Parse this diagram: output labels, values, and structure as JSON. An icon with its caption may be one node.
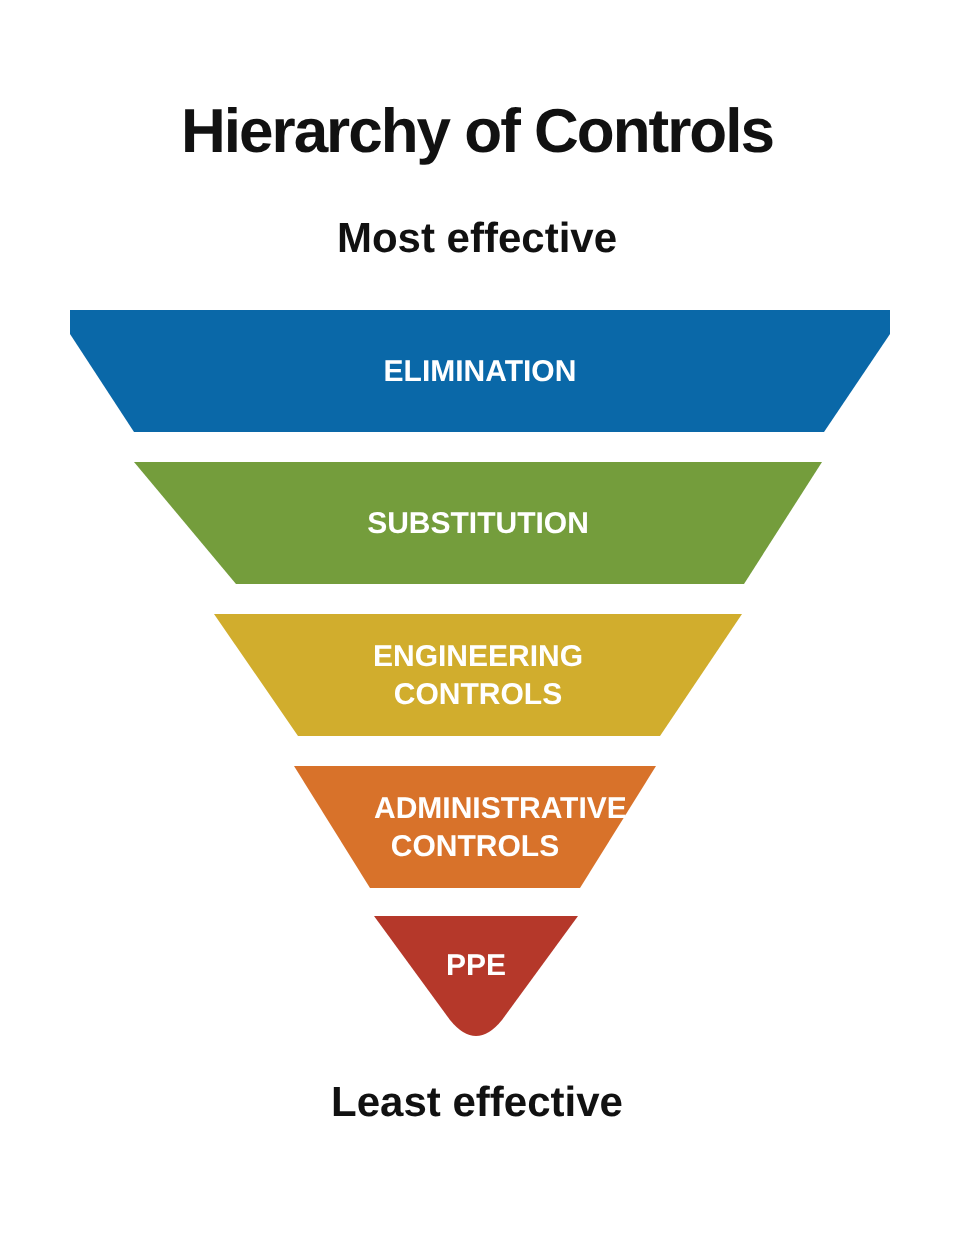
{
  "diagram": {
    "title": "Hierarchy of Controls",
    "nodes": [
      {
        "text": [
          "ELIMINATION"
        ]
      },
      {
        "text": [
          "SUBSTITUTION"
        ]
      },
      {
        "text": [
          "ENGINEERING CONTROLS"
        ]
      },
      {
        "text": [
          "ADMINISTRATIVE CONTROLS"
        ]
      },
      {
        "text": [
          "PPE"
        ]
      }
    ],
    "labels": [
      "Most effective",
      "Least effective"
    ]
  }
}
